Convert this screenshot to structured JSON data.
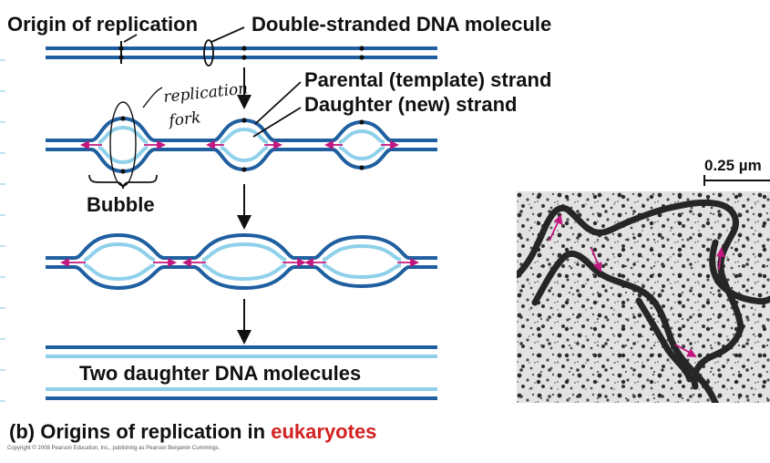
{
  "labels": {
    "origin": "Origin of replication",
    "dsdna": "Double-stranded DNA molecule",
    "parental": "Parental (template) strand",
    "daughter": "Daughter (new) strand",
    "bubble": "Bubble",
    "two_daughters": "Two daughter DNA molecules",
    "caption_prefix": "(b) Origins of replication in ",
    "caption_highlight": "eukaryotes",
    "hand_line1": "replication",
    "hand_line2": "fork",
    "scale": "0.25 µm",
    "copyright": "Copyright © 2008 Pearson Education, Inc., publishing as Pearson Benjamin Cummings."
  },
  "colors": {
    "parental_strand": "#1f5fa0",
    "daughter_strand": "#8fd0ea",
    "arrow": "#c2187f",
    "caption_highlight": "#d42020",
    "text": "#111111"
  },
  "micrograph": {
    "description_icon": "electron-micrograph"
  }
}
